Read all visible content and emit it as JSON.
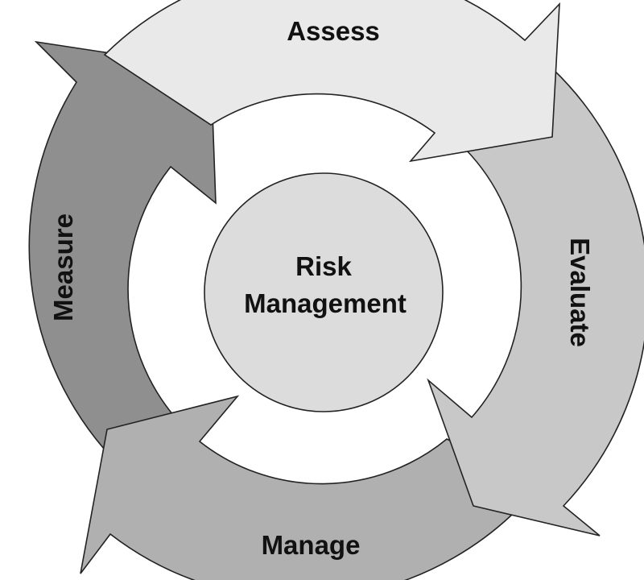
{
  "center": {
    "line1": "Risk",
    "line2": "Management",
    "fill": "#dcdcdc"
  },
  "stages": [
    {
      "id": "assess",
      "label": "Assess",
      "fill": "#e9e9e9"
    },
    {
      "id": "evaluate",
      "label": "Evaluate",
      "fill": "#c8c8c8"
    },
    {
      "id": "manage",
      "label": "Manage",
      "fill": "#b0b0b0"
    },
    {
      "id": "measure",
      "label": "Measure",
      "fill": "#8f8f8f"
    }
  ]
}
